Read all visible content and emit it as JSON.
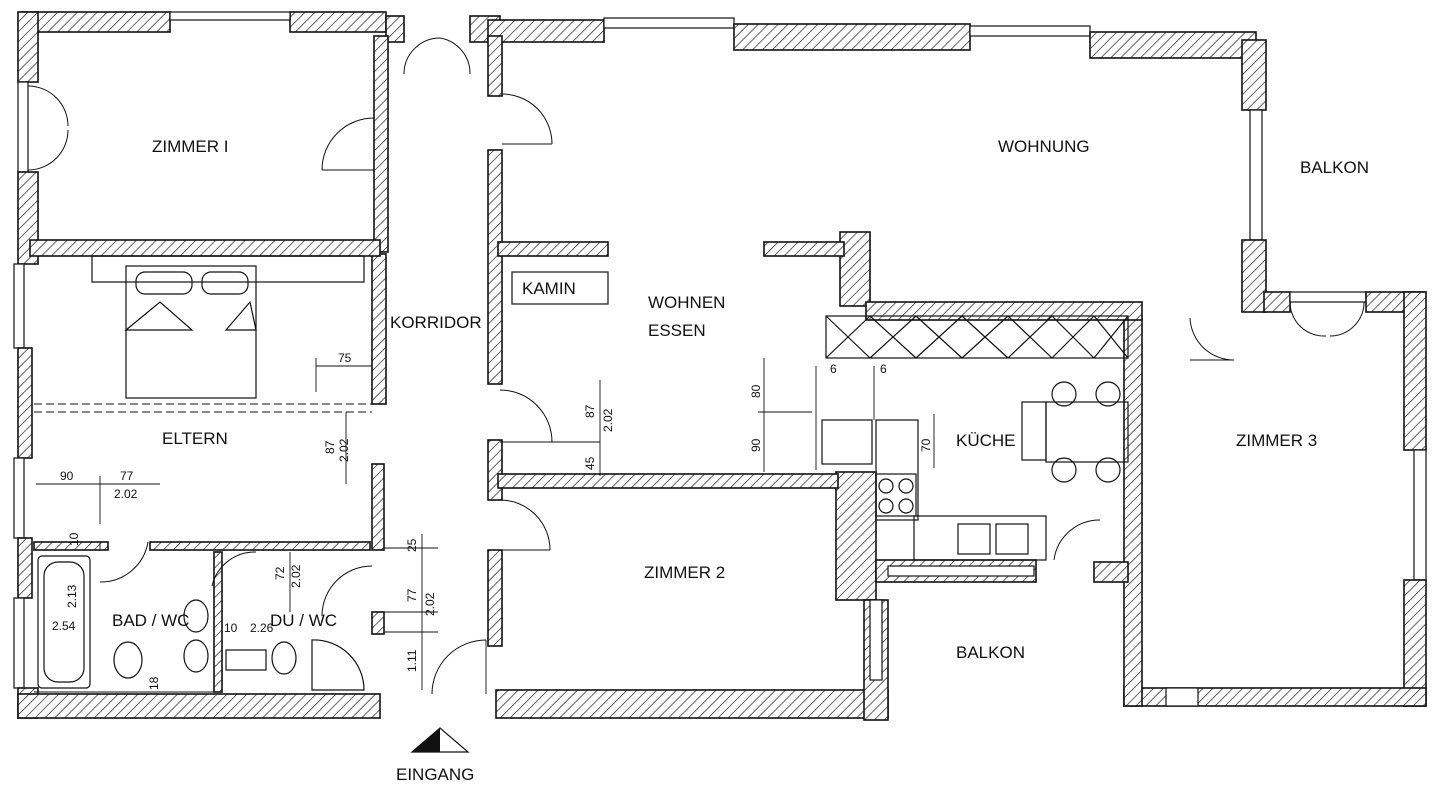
{
  "rooms": {
    "zimmer1": "ZIMMER   I",
    "wohnung": "WOHNUNG",
    "balkon_top": "BALKON",
    "korridor": "KORRIDOR",
    "kamin": "KAMIN",
    "wohnen": "WOHNEN",
    "essen": "ESSEN",
    "eltern": "ELTERN",
    "kueche": "KÜCHE",
    "zimmer3": "ZIMMER   3",
    "zimmer2": "ZIMMER  2",
    "bad": "BAD / WC",
    "du": "DU / WC",
    "balkon_bottom": "BALKON",
    "eingang": "EINGANG"
  },
  "dims": {
    "d75": "75",
    "d87a": "87",
    "d202a": "2.02",
    "d90a": "90",
    "d77a": "77",
    "d202b": "2.02",
    "d10a": "10",
    "d80": "80",
    "d90b": "90",
    "d45": "45",
    "d87b": "87",
    "d202c": "2.02",
    "d6a": "6",
    "d6b": "6",
    "d70": "70",
    "d25": "25",
    "d77b": "77",
    "d202d": "2.02",
    "d111": "1.11",
    "d72": "72",
    "d202e": "2.02",
    "d213": "2.13",
    "d254": "2.54",
    "d10b": "10",
    "d226": "2.26",
    "d18": "18"
  }
}
